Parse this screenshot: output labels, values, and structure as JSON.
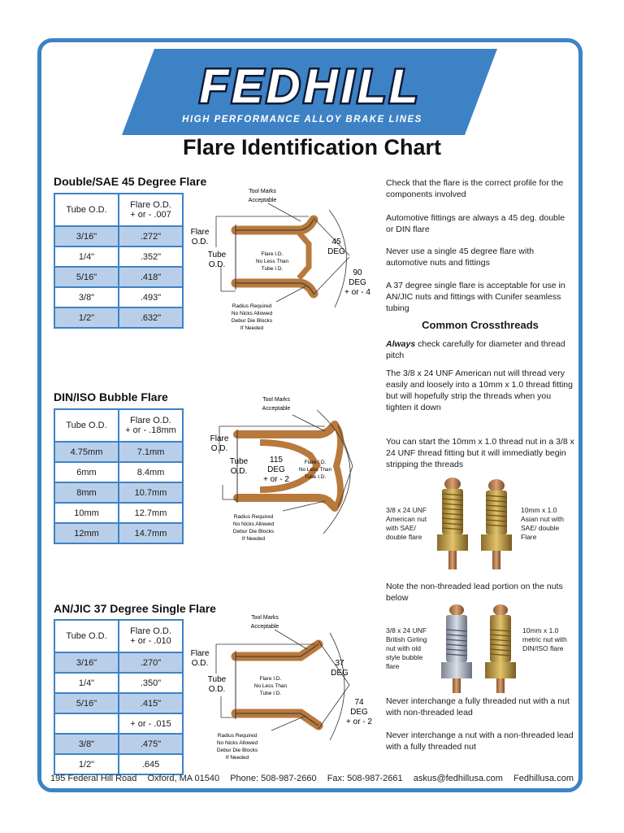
{
  "brand": {
    "name": "FEDHILL",
    "tagline": "HIGH PERFORMANCE ALLOY BRAKE LINES",
    "colors": {
      "accent": "#3e82c6",
      "tube": "#b8793c",
      "row_shade": "#b9cfe9"
    }
  },
  "title": "Flare Identification Chart",
  "sections": {
    "sae": {
      "title": "Double/SAE 45 Degree Flare",
      "headers": [
        "Tube O.D.",
        "Flare O.D.",
        "+ or - .007"
      ],
      "rows": [
        [
          "3/16\"",
          ".272\""
        ],
        [
          "1/4\"",
          ".352\""
        ],
        [
          "5/16\"",
          ".418\""
        ],
        [
          "3/8\"",
          ".493\""
        ],
        [
          "1/2\"",
          ".632\""
        ]
      ],
      "diagram": {
        "tool_marks": [
          "Tool Marks",
          "Acceptable"
        ],
        "flare_od": [
          "Flare",
          "O.D."
        ],
        "tube_od": [
          "Tube",
          "O.D."
        ],
        "flare_id": [
          "Flare I.D.",
          "No Less Than",
          "Tube I.D."
        ],
        "angle1": [
          "45",
          "DEG"
        ],
        "angle2": [
          "90",
          "DEG",
          "+ or - 4"
        ],
        "radius": [
          "Radius Required",
          "No Nicks Allowed",
          "Debur Die Blocks",
          "If Needed"
        ]
      }
    },
    "din": {
      "title": "DIN/ISO Bubble Flare",
      "headers": [
        "Tube O.D.",
        "Flare O.D.",
        "+ or - .18mm"
      ],
      "rows": [
        [
          "4.75mm",
          "7.1mm"
        ],
        [
          "6mm",
          "8.4mm"
        ],
        [
          "8mm",
          "10.7mm"
        ],
        [
          "10mm",
          "12.7mm"
        ],
        [
          "12mm",
          "14.7mm"
        ]
      ],
      "diagram": {
        "tool_marks": [
          "Tool Marks",
          "Acceptable"
        ],
        "flare_od": [
          "Flare",
          "O.D."
        ],
        "tube_od": [
          "Tube",
          "O.D."
        ],
        "flare_id": [
          "Flare I.D.",
          "No Less Than",
          "Tube I.D."
        ],
        "angle1": [
          "115",
          "DEG",
          "+ or - 2"
        ],
        "radius": [
          "Radius Required",
          "No Nicks Allowed",
          "Debur Die Blocks",
          "If Needed"
        ]
      }
    },
    "an": {
      "title": "AN/JIC 37 Degree Single Flare",
      "headers": [
        "Tube O.D.",
        "Flare O.D.",
        "+ or - .010"
      ],
      "rows": [
        [
          "3/16\"",
          ".270\""
        ],
        [
          "1/4\"",
          ".350\""
        ],
        [
          "5/16\"",
          ".415\""
        ],
        [
          "",
          "+ or - .015"
        ],
        [
          "3/8\"",
          ".475\""
        ],
        [
          "1/2\"",
          ".645"
        ]
      ],
      "diagram": {
        "tool_marks": [
          "Tool Marks",
          "Acceptable"
        ],
        "flare_od": [
          "Flare",
          "O.D."
        ],
        "tube_od": [
          "Tube",
          "O.D."
        ],
        "flare_id": [
          "Flare I.D.",
          "No Less Than",
          "Tube I.D."
        ],
        "angle1": [
          "37",
          "DEG"
        ],
        "angle2": [
          "74",
          "DEG",
          "+ or - 2"
        ],
        "radius": [
          "Radius Required",
          "No Nicks Allowed",
          "Debur Die Blocks",
          "If Needed"
        ]
      }
    }
  },
  "notes": {
    "p1": "Check that the flare is the correct profile for the components involved",
    "p2": "Automotive fittings are always a 45 deg. double or DIN flare",
    "p3": "Never use a single 45 degree flare with automotive nuts and fittings",
    "p4": "A 37 degree single flare is acceptable for use in AN/JIC nuts and fittings with Cunifer seamless tubing",
    "cross_title": "Common Crossthreads",
    "p5_em": "Always",
    "p5": " check carefully for diameter and thread pitch",
    "p6": "The 3/8 x 24 UNF American nut will thread very easily and loosely into a 10mm x 1.0  thread fitting but will hopefully strip the threads when you tighten it down",
    "p7": "You can start the 10mm x 1.0 thread nut in a 3/8 x 24 UNF thread fitting but it will immediatly begin stripping the threads",
    "photo1_left": "3/8 x 24 UNF American nut with SAE/ double flare",
    "photo1_right": "10mm x 1.0 Asian nut with SAE/ double Flare",
    "p8": "Note the non-threaded lead portion on the nuts below",
    "photo2_left": "3/8 x 24 UNF British Girling nut with old style bubble flare",
    "photo2_right": "10mm  x 1.0 metric nut with DIN/ISO flare",
    "p9": "Never interchange a fully threaded nut with a nut with non-threaded lead",
    "p10": "Never interchange a nut with a non-threaded lead with a fully threaded nut"
  },
  "footer": {
    "address": "195 Federal Hill Road",
    "city": "Oxford, MA 01540",
    "phone": "Phone: 508-987-2660",
    "fax": "Fax: 508-987-2661",
    "email": "askus@fedhillusa.com",
    "site": "Fedhillusa.com"
  }
}
